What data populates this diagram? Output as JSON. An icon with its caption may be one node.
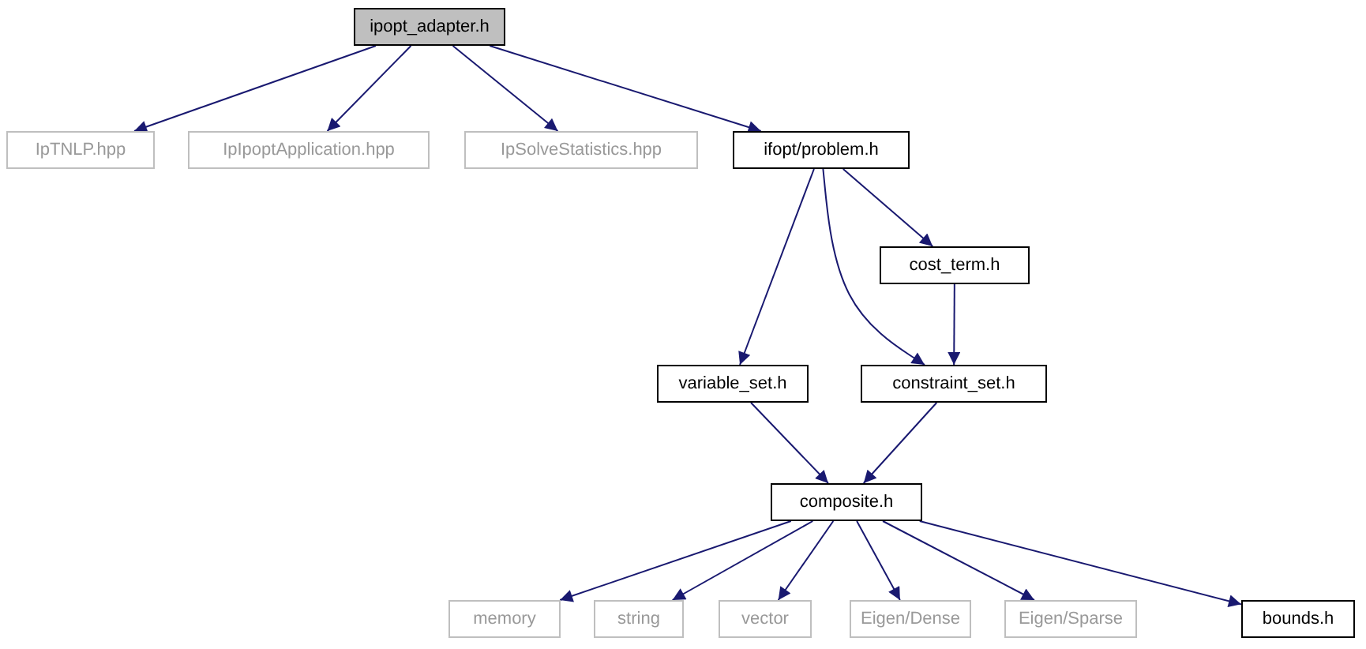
{
  "diagram": {
    "nodes": [
      {
        "text": [
          "ipopt_adapter.h"
        ]
      },
      {
        "text": [
          "IpTNLP.hpp"
        ]
      },
      {
        "text": [
          "IpIpoptApplication.hpp"
        ]
      },
      {
        "text": [
          "IpSolveStatistics.hpp"
        ]
      },
      {
        "text": [
          "ifopt/problem.h"
        ]
      },
      {
        "text": [
          "cost_term.h"
        ]
      },
      {
        "text": [
          "variable_set.h"
        ]
      },
      {
        "text": [
          "constraint_set.h"
        ]
      },
      {
        "text": [
          "composite.h"
        ]
      },
      {
        "text": [
          "memory"
        ]
      },
      {
        "text": [
          "string"
        ]
      },
      {
        "text": [
          "vector"
        ]
      },
      {
        "text": [
          "Eigen/Dense"
        ]
      },
      {
        "text": [
          "Eigen/Sparse"
        ]
      },
      {
        "text": [
          "bounds.h"
        ]
      }
    ],
    "edges": [
      {
        "from": 0,
        "to": 1,
        "arrow": "to"
      },
      {
        "from": 0,
        "to": 2,
        "arrow": "to"
      },
      {
        "from": 0,
        "to": 3,
        "arrow": "to"
      },
      {
        "from": 0,
        "to": 4,
        "arrow": "to"
      },
      {
        "from": 4,
        "to": 6,
        "arrow": "to"
      },
      {
        "from": 4,
        "to": 7,
        "arrow": "to"
      },
      {
        "from": 4,
        "to": 5,
        "arrow": "to"
      },
      {
        "from": 5,
        "to": 7,
        "arrow": "to"
      },
      {
        "from": 6,
        "to": 8,
        "arrow": "to"
      },
      {
        "from": 7,
        "to": 8,
        "arrow": "to"
      },
      {
        "from": 8,
        "to": 9,
        "arrow": "to"
      },
      {
        "from": 8,
        "to": 10,
        "arrow": "to"
      },
      {
        "from": 8,
        "to": 11,
        "arrow": "to"
      },
      {
        "from": 8,
        "to": 12,
        "arrow": "to"
      },
      {
        "from": 8,
        "to": 13,
        "arrow": "to"
      },
      {
        "from": 8,
        "to": 14,
        "arrow": "to"
      }
    ]
  }
}
